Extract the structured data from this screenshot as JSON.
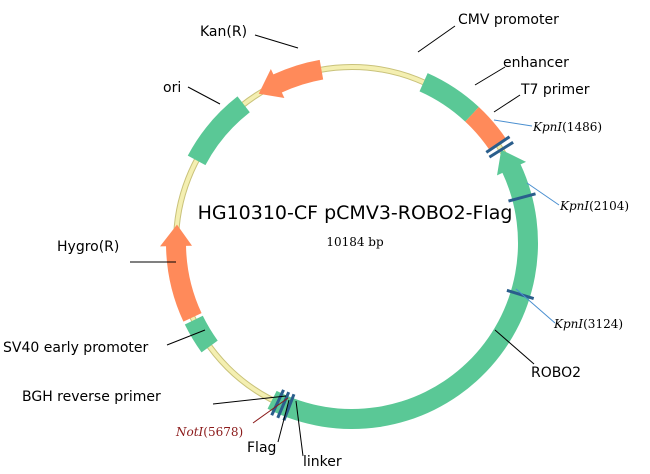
{
  "plasmid": {
    "title": "HG10310-CF pCMV3-ROBO2-Flag",
    "size": "10184 bp"
  },
  "colors": {
    "backbone": "#f4efb1",
    "backbone_stroke": "#c9c27a",
    "promoter": "#5ac896",
    "resistance": "#ff8a5a",
    "site_marker": "#2a5e8c",
    "leader": "#000000",
    "site_leader": "#4a8fd0"
  },
  "features": {
    "cmv_promoter": "CMV promoter",
    "enhancer": "enhancer",
    "t7_primer": "T7 primer",
    "robo2": "ROBO2",
    "linker": "linker",
    "flag": "Flag",
    "bgh_reverse_primer": "BGH reverse primer",
    "sv40_early_promoter": "SV40 early promoter",
    "hygro_r": "Hygro(R)",
    "ori": "ori",
    "kan_r": "Kan(R)"
  },
  "sites": {
    "kpni_1486": {
      "name": "KpnI",
      "pos": "(1486)"
    },
    "kpni_2104": {
      "name": "KpnI",
      "pos": "(2104)"
    },
    "kpni_3124": {
      "name": "KpnI",
      "pos": "(3124)"
    },
    "noti_5678": {
      "name": "NotI",
      "pos": "(5678)"
    }
  }
}
